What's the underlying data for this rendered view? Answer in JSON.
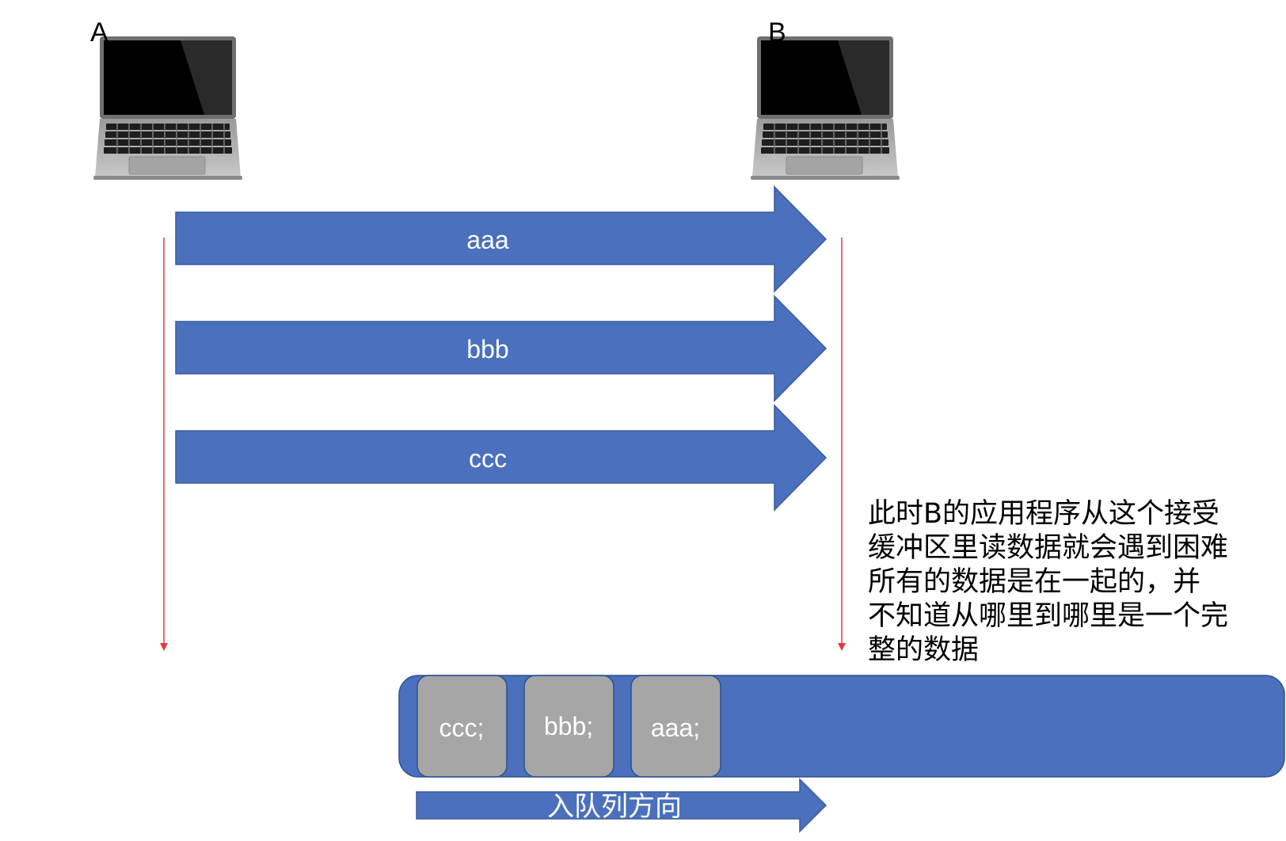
{
  "colors": {
    "arrow_fill": "#4b70bd",
    "arrow_stroke": "#3c5c9e",
    "block_fill": "#a6a6a6",
    "block_stroke": "#2f4f8f",
    "timeline": "#e23a3a",
    "laptop_body": "#b9b9b9",
    "laptop_screen": "#000000"
  },
  "icons": [
    "laptop-icon",
    "laptop-icon"
  ],
  "hosts": {
    "a": "A",
    "b": "B"
  },
  "messages": [
    "aaa",
    "bbb",
    "ccc"
  ],
  "buffer": {
    "blocks": [
      "ccc;",
      "bbb;",
      "aaa;"
    ],
    "direction_label": "入队列方向"
  },
  "note": {
    "lines": [
      "此时B的应用程序从这个接受",
      "缓冲区里读数据就会遇到困难",
      "所有的数据是在一起的，并",
      "不知道从哪里到哪里是一个完",
      "整的数据"
    ]
  }
}
